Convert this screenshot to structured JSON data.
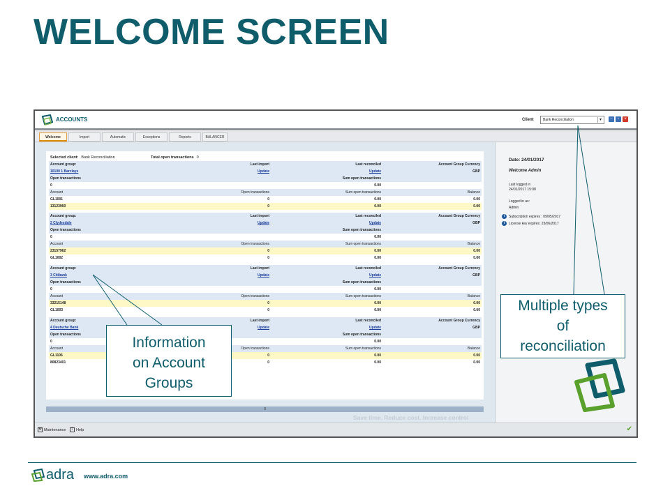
{
  "slide": {
    "title": "WELCOME SCREEN"
  },
  "app": {
    "name": "ACCOUNTS",
    "client_label": "Client",
    "client_value": "Bank Reconciliation",
    "tabs": [
      "Welcome",
      "Import",
      "Automatic",
      "Exceptions",
      "Reports",
      "BALANCER"
    ]
  },
  "main": {
    "selected_client_label": "Selected client:",
    "selected_client_value": "Bank Reconciliation",
    "total_open_label": "Total open transactions",
    "total_open_value": "0",
    "headers": {
      "account_group": "Account group:",
      "last_import": "Last import",
      "last_reconciled": "Last reconciled",
      "currency": "Account Group Currency",
      "open_transactions": "Open transactions",
      "sum_open": "Sum open transactions",
      "account": "Account",
      "balance": "Balance",
      "update": "Update"
    },
    "groups": [
      {
        "name": "10100 1 Barclays",
        "currency": "GBP",
        "open": "0",
        "sum": "0.00",
        "accounts": [
          {
            "account": "GL1001",
            "open": "0",
            "sum": "0.00",
            "balance": "0.00"
          },
          {
            "account": "13123960",
            "open": "0",
            "sum": "0.00",
            "balance": "0.00"
          }
        ]
      },
      {
        "name": "2 Clydesdale",
        "currency": "GBP",
        "open": "0",
        "sum": "0.00",
        "accounts": [
          {
            "account": "23157962",
            "open": "0",
            "sum": "0.00",
            "balance": "0.00"
          },
          {
            "account": "GL1002",
            "open": "0",
            "sum": "0.00",
            "balance": "0.00"
          }
        ]
      },
      {
        "name": "3 Citibank",
        "currency": "GBP",
        "open": "0",
        "sum": "0.00",
        "accounts": [
          {
            "account": "33215148",
            "open": "0",
            "sum": "0.00",
            "balance": "0.00"
          },
          {
            "account": "GL1003",
            "open": "0",
            "sum": "0.00",
            "balance": "0.00"
          }
        ]
      },
      {
        "name": "4 Deutsche Bank",
        "currency": "GBP",
        "open": "0",
        "sum": "0.00",
        "accounts": [
          {
            "account": "GL1106",
            "open": "0",
            "sum": "0.00",
            "balance": "0.00"
          },
          {
            "account": "80823401",
            "open": "0",
            "sum": "0.00",
            "balance": "0.00"
          }
        ]
      }
    ],
    "scroll_indicator": "0",
    "tagline": "Save time. Reduce cost. Increase control"
  },
  "side": {
    "date": "Date: 24/01/2017",
    "welcome": "Welcome Admin",
    "last_logged_label": "Last logged in",
    "last_logged_value": "24/01/2017 15:08",
    "logged_as_label": "Logged in as:",
    "logged_as_value": "Admin",
    "subscription": "Subscription expires :  09/05/2017",
    "license": "License key expires:   23/06/2017"
  },
  "bottombar": {
    "maintenance": "Maintenance",
    "help": "Help"
  },
  "callouts": {
    "groups": [
      "Information",
      "on Account",
      "Groups"
    ],
    "reconciliation": [
      "Multiple types",
      "of",
      "reconciliation"
    ]
  },
  "footer": {
    "brand": "adra",
    "url": "www.adra.com"
  },
  "colors": {
    "brand": "#0f5c6b",
    "accent_green": "#5aa02c",
    "link": "#1a3c9a"
  }
}
